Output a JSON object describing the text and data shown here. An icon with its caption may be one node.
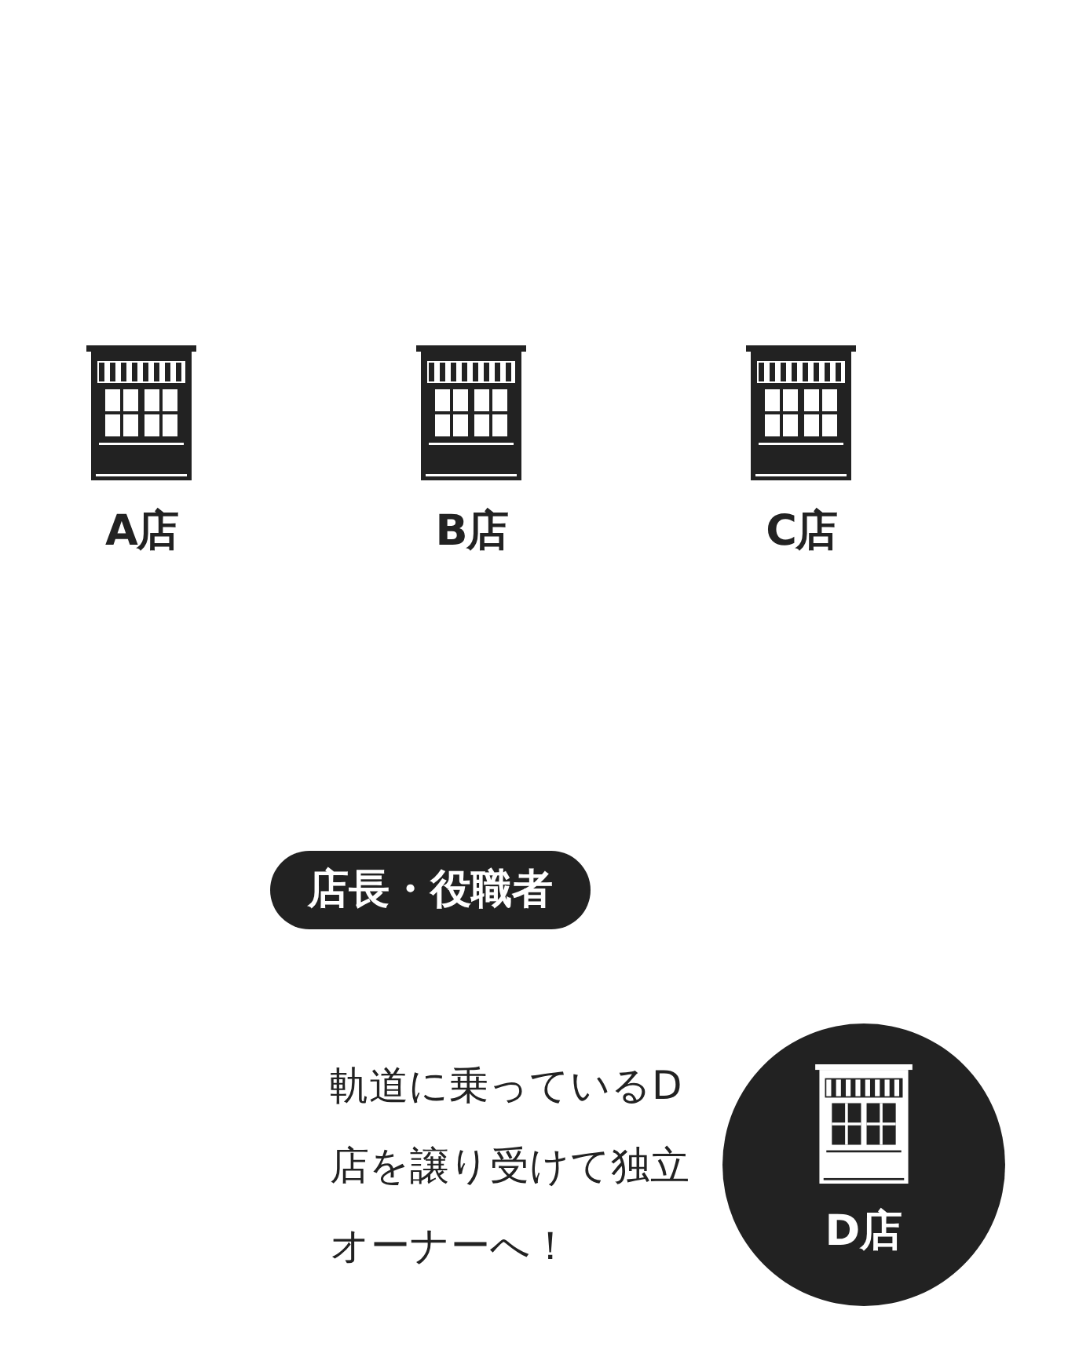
{
  "diagram": {
    "nodes": [
      {
        "text": [
          "A店"
        ]
      },
      {
        "text": [
          "B店"
        ]
      },
      {
        "text": [
          "C店"
        ]
      },
      {
        "text": [
          "店長・役職者"
        ]
      },
      {
        "text": [
          "D店"
        ]
      }
    ],
    "edges": [],
    "labels": [
      "軌道に乗っているD店を譲り受けて独立オーナーへ！"
    ]
  }
}
